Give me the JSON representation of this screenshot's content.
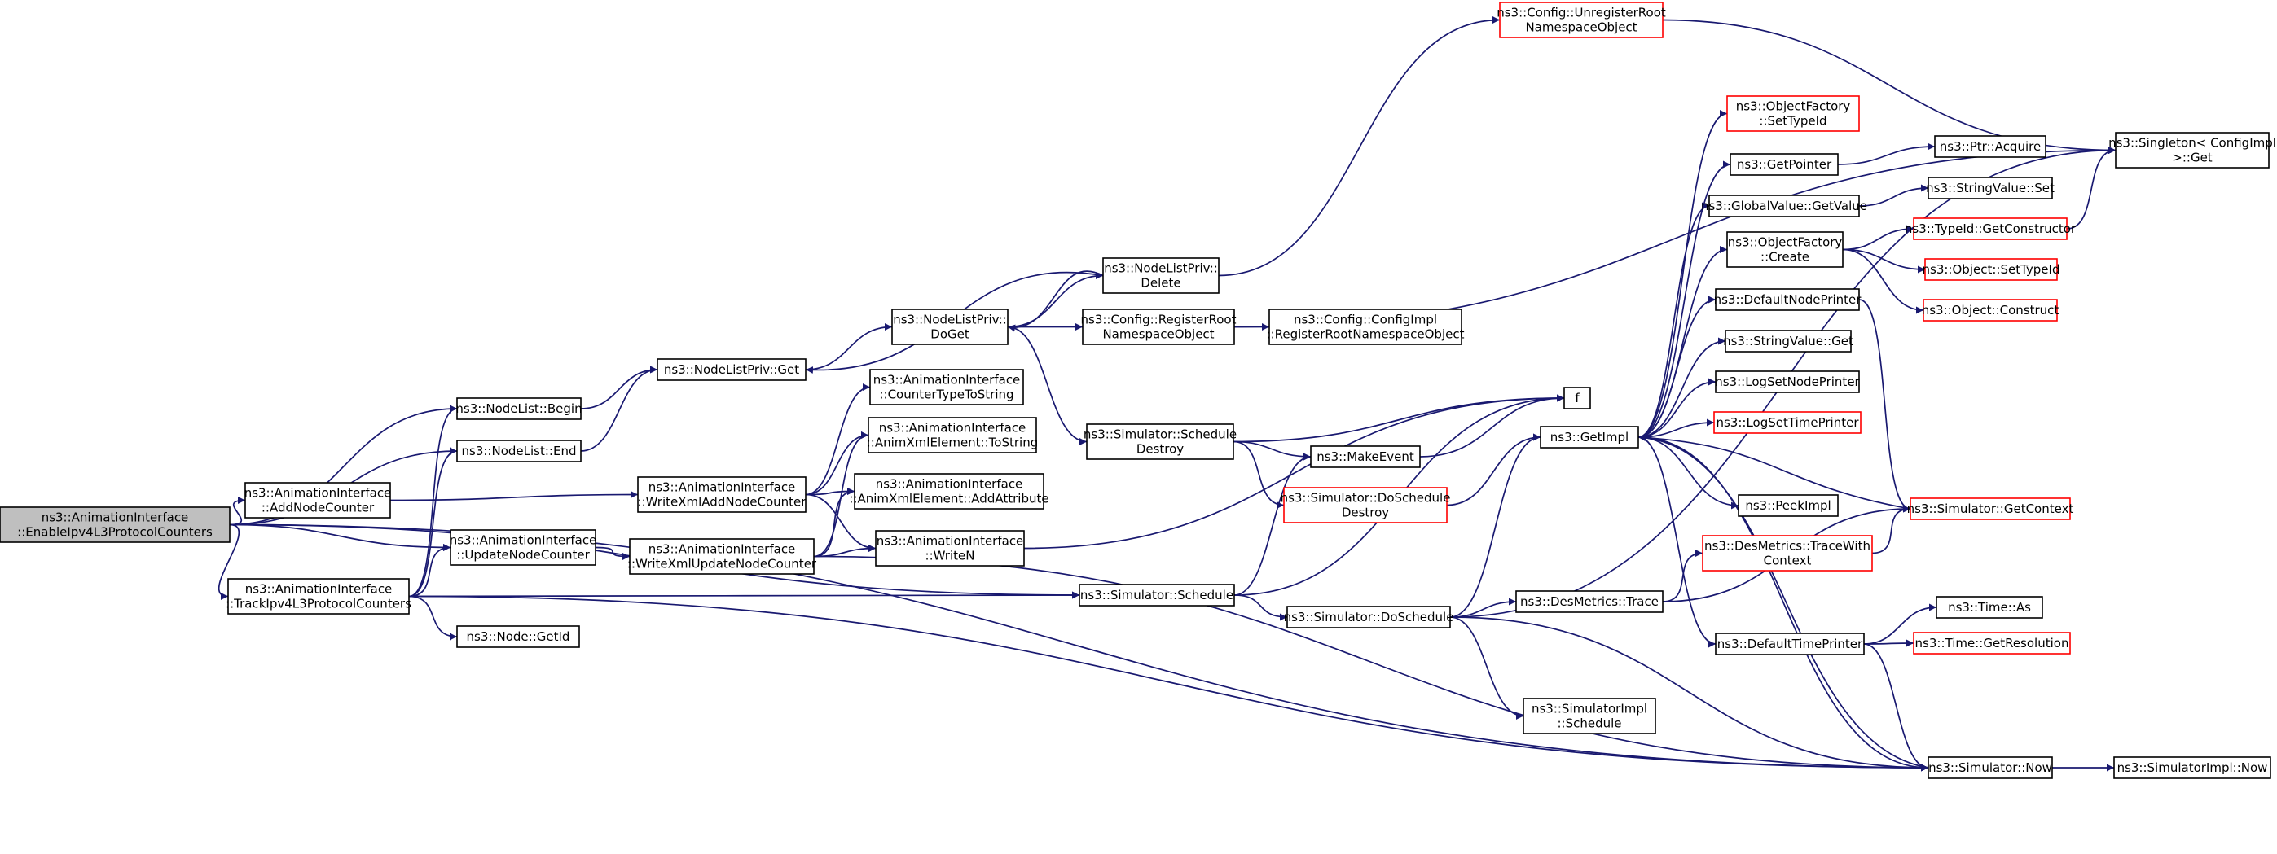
{
  "colors": {
    "edge": "#191970",
    "node_border": "#000000",
    "node_border_incomplete": "#ff0000",
    "root_fill": "#bfbfbf"
  },
  "nodes": [
    {
      "id": "enable",
      "lines": [
        "ns3::AnimationInterface",
        "::EnableIpv4L3ProtocolCounters"
      ],
      "style": "root"
    },
    {
      "id": "nl_begin",
      "lines": [
        "ns3::NodeList::Begin"
      ],
      "style": "normal"
    },
    {
      "id": "nl_end",
      "lines": [
        "ns3::NodeList::End"
      ],
      "style": "normal"
    },
    {
      "id": "add_counter",
      "lines": [
        "ns3::AnimationInterface",
        "::AddNodeCounter"
      ],
      "style": "normal"
    },
    {
      "id": "update_counter",
      "lines": [
        "ns3::AnimationInterface",
        "::UpdateNodeCounter"
      ],
      "style": "normal"
    },
    {
      "id": "track",
      "lines": [
        "ns3::AnimationInterface",
        "::TrackIpv4L3ProtocolCounters"
      ],
      "style": "normal"
    },
    {
      "id": "node_getid",
      "lines": [
        "ns3::Node::GetId"
      ],
      "style": "normal"
    },
    {
      "id": "nlp_get",
      "lines": [
        "ns3::NodeListPriv::Get"
      ],
      "style": "normal"
    },
    {
      "id": "write_add",
      "lines": [
        "ns3::AnimationInterface",
        "::WriteXmlAddNodeCounter"
      ],
      "style": "normal"
    },
    {
      "id": "write_update",
      "lines": [
        "ns3::AnimationInterface",
        "::WriteXmlUpdateNodeCounter"
      ],
      "style": "normal"
    },
    {
      "id": "nlp_doget",
      "lines": [
        "ns3::NodeListPriv::",
        "DoGet"
      ],
      "style": "normal"
    },
    {
      "id": "counter_type",
      "lines": [
        "ns3::AnimationInterface",
        "::CounterTypeToString"
      ],
      "style": "normal"
    },
    {
      "id": "tostring",
      "lines": [
        "ns3::AnimationInterface",
        "::AnimXmlElement::ToString"
      ],
      "style": "normal"
    },
    {
      "id": "addattr",
      "lines": [
        "ns3::AnimationInterface",
        "::AnimXmlElement::AddAttribute"
      ],
      "style": "normal"
    },
    {
      "id": "writen",
      "lines": [
        "ns3::AnimationInterface",
        "::WriteN"
      ],
      "style": "normal"
    },
    {
      "id": "nlp_delete",
      "lines": [
        "ns3::NodeListPriv::",
        "Delete"
      ],
      "style": "normal"
    },
    {
      "id": "cfg_register",
      "lines": [
        "ns3::Config::RegisterRoot",
        "NamespaceObject"
      ],
      "style": "normal"
    },
    {
      "id": "cfg_impl_register",
      "lines": [
        "ns3::Config::ConfigImpl",
        "::RegisterRootNamespaceObject"
      ],
      "style": "normal"
    },
    {
      "id": "cfg_unregister",
      "lines": [
        "ns3::Config::UnregisterRoot",
        "NamespaceObject"
      ],
      "style": "red"
    },
    {
      "id": "sched_destroy",
      "lines": [
        "ns3::Simulator::Schedule",
        "Destroy"
      ],
      "style": "normal"
    },
    {
      "id": "makeevent",
      "lines": [
        "ns3::MakeEvent"
      ],
      "style": "normal"
    },
    {
      "id": "f",
      "lines": [
        "f"
      ],
      "style": "normal"
    },
    {
      "id": "do_sched_destroy",
      "lines": [
        "ns3::Simulator::DoSchedule",
        "Destroy"
      ],
      "style": "red"
    },
    {
      "id": "sim_schedule",
      "lines": [
        "ns3::Simulator::Schedule"
      ],
      "style": "normal"
    },
    {
      "id": "sim_doschedule",
      "lines": [
        "ns3::Simulator::DoSchedule"
      ],
      "style": "normal"
    },
    {
      "id": "getimpl",
      "lines": [
        "ns3::GetImpl"
      ],
      "style": "normal"
    },
    {
      "id": "desmetrics_trace",
      "lines": [
        "ns3::DesMetrics::Trace"
      ],
      "style": "normal"
    },
    {
      "id": "simimpl_schedule",
      "lines": [
        "ns3::SimulatorImpl",
        "::Schedule"
      ],
      "style": "normal"
    },
    {
      "id": "of_settypeid",
      "lines": [
        "ns3::ObjectFactory",
        "::SetTypeId"
      ],
      "style": "red"
    },
    {
      "id": "getpointer",
      "lines": [
        "ns3::GetPointer"
      ],
      "style": "normal"
    },
    {
      "id": "gv_getvalue",
      "lines": [
        "ns3::GlobalValue::GetValue"
      ],
      "style": "normal"
    },
    {
      "id": "of_create",
      "lines": [
        "ns3::ObjectFactory",
        "::Create"
      ],
      "style": "normal"
    },
    {
      "id": "default_node_printer",
      "lines": [
        "ns3::DefaultNodePrinter"
      ],
      "style": "normal"
    },
    {
      "id": "sv_get",
      "lines": [
        "ns3::StringValue::Get"
      ],
      "style": "normal"
    },
    {
      "id": "log_set_node_printer",
      "lines": [
        "ns3::LogSetNodePrinter"
      ],
      "style": "normal"
    },
    {
      "id": "log_set_time_printer",
      "lines": [
        "ns3::LogSetTimePrinter"
      ],
      "style": "red"
    },
    {
      "id": "peekimpl",
      "lines": [
        "ns3::PeekImpl"
      ],
      "style": "normal"
    },
    {
      "id": "trace_with_context",
      "lines": [
        "ns3::DesMetrics::TraceWith",
        "Context"
      ],
      "style": "red"
    },
    {
      "id": "default_time_printer",
      "lines": [
        "ns3::DefaultTimePrinter"
      ],
      "style": "normal"
    },
    {
      "id": "ptr_acquire",
      "lines": [
        "ns3::Ptr::Acquire"
      ],
      "style": "normal"
    },
    {
      "id": "sv_set",
      "lines": [
        "ns3::StringValue::Set"
      ],
      "style": "normal"
    },
    {
      "id": "typeid_getconstructor",
      "lines": [
        "ns3::TypeId::GetConstructor"
      ],
      "style": "red"
    },
    {
      "id": "obj_settypeid",
      "lines": [
        "ns3::Object::SetTypeId"
      ],
      "style": "red"
    },
    {
      "id": "obj_construct",
      "lines": [
        "ns3::Object::Construct"
      ],
      "style": "red"
    },
    {
      "id": "sim_getcontext",
      "lines": [
        "ns3::Simulator::GetContext"
      ],
      "style": "red"
    },
    {
      "id": "time_as",
      "lines": [
        "ns3::Time::As"
      ],
      "style": "normal"
    },
    {
      "id": "time_getres",
      "lines": [
        "ns3::Time::GetResolution"
      ],
      "style": "red"
    },
    {
      "id": "sim_now",
      "lines": [
        "ns3::Simulator::Now"
      ],
      "style": "normal"
    },
    {
      "id": "simimpl_now",
      "lines": [
        "ns3::SimulatorImpl::Now"
      ],
      "style": "normal"
    },
    {
      "id": "singleton_get",
      "lines": [
        "ns3::Singleton< ConfigImpl",
        " >::Get"
      ],
      "style": "normal"
    }
  ],
  "edges": [
    [
      "enable",
      "nl_begin"
    ],
    [
      "enable",
      "nl_end"
    ],
    [
      "enable",
      "add_counter"
    ],
    [
      "enable",
      "update_counter"
    ],
    [
      "enable",
      "track"
    ],
    [
      "enable",
      "sim_schedule"
    ],
    [
      "enable",
      "sim_now"
    ],
    [
      "nl_begin",
      "nlp_get"
    ],
    [
      "nl_end",
      "nlp_get"
    ],
    [
      "add_counter",
      "write_add"
    ],
    [
      "update_counter",
      "write_update"
    ],
    [
      "track",
      "nl_begin"
    ],
    [
      "track",
      "nl_end"
    ],
    [
      "track",
      "update_counter"
    ],
    [
      "track",
      "node_getid"
    ],
    [
      "track",
      "sim_schedule"
    ],
    [
      "track",
      "sim_now"
    ],
    [
      "nlp_get",
      "nlp_doget"
    ],
    [
      "write_add",
      "counter_type"
    ],
    [
      "write_add",
      "tostring"
    ],
    [
      "write_add",
      "addattr"
    ],
    [
      "write_add",
      "writen"
    ],
    [
      "write_update",
      "tostring"
    ],
    [
      "write_update",
      "addattr"
    ],
    [
      "write_update",
      "writen"
    ],
    [
      "write_update",
      "sim_now"
    ],
    [
      "nlp_doget",
      "nlp_delete"
    ],
    [
      "nlp_doget",
      "cfg_register"
    ],
    [
      "nlp_doget",
      "sched_destroy"
    ],
    [
      "nlp_delete",
      "nlp_get"
    ],
    [
      "nlp_delete",
      "nlp_doget"
    ],
    [
      "nlp_delete",
      "cfg_unregister"
    ],
    [
      "writen",
      "f"
    ],
    [
      "cfg_register",
      "cfg_impl_register"
    ],
    [
      "cfg_register",
      "singleton_get"
    ],
    [
      "cfg_unregister",
      "singleton_get"
    ],
    [
      "sched_destroy",
      "f"
    ],
    [
      "sched_destroy",
      "makeevent"
    ],
    [
      "sched_destroy",
      "do_sched_destroy"
    ],
    [
      "makeevent",
      "f"
    ],
    [
      "do_sched_destroy",
      "getimpl"
    ],
    [
      "sim_schedule",
      "makeevent"
    ],
    [
      "sim_schedule",
      "f"
    ],
    [
      "sim_schedule",
      "sim_doschedule"
    ],
    [
      "sim_doschedule",
      "getimpl"
    ],
    [
      "sim_doschedule",
      "desmetrics_trace"
    ],
    [
      "sim_doschedule",
      "simimpl_schedule"
    ],
    [
      "sim_doschedule",
      "singleton_get"
    ],
    [
      "sim_doschedule",
      "sim_now"
    ],
    [
      "desmetrics_trace",
      "trace_with_context"
    ],
    [
      "desmetrics_trace",
      "sim_getcontext"
    ],
    [
      "getimpl",
      "of_settypeid"
    ],
    [
      "getimpl",
      "getpointer"
    ],
    [
      "getimpl",
      "gv_getvalue"
    ],
    [
      "getimpl",
      "of_create"
    ],
    [
      "getimpl",
      "default_node_printer"
    ],
    [
      "getimpl",
      "sv_get"
    ],
    [
      "getimpl",
      "log_set_node_printer"
    ],
    [
      "getimpl",
      "log_set_time_printer"
    ],
    [
      "getimpl",
      "peekimpl"
    ],
    [
      "getimpl",
      "default_time_printer"
    ],
    [
      "getimpl",
      "sim_now"
    ],
    [
      "getpointer",
      "ptr_acquire"
    ],
    [
      "gv_getvalue",
      "sv_set"
    ],
    [
      "of_create",
      "typeid_getconstructor"
    ],
    [
      "of_create",
      "obj_settypeid"
    ],
    [
      "of_create",
      "obj_construct"
    ],
    [
      "typeid_getconstructor",
      "singleton_get"
    ],
    [
      "default_node_printer",
      "sim_getcontext"
    ],
    [
      "sim_getcontext",
      "getimpl"
    ],
    [
      "trace_with_context",
      "sim_getcontext"
    ],
    [
      "default_time_printer",
      "time_as"
    ],
    [
      "default_time_printer",
      "time_getres"
    ],
    [
      "default_time_printer",
      "sim_now"
    ],
    [
      "sim_now",
      "getimpl"
    ],
    [
      "sim_now",
      "simimpl_now"
    ]
  ]
}
